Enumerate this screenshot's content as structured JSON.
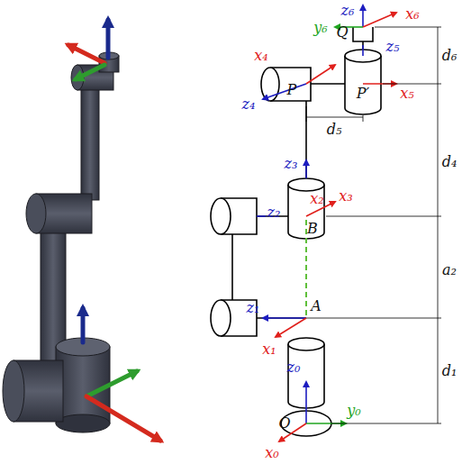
{
  "diagram": {
    "labels": [
      "z₆",
      "Q",
      "y₆",
      "x₆",
      "z₅",
      "x₄",
      "d₆",
      "z₄",
      "P",
      "P′",
      "x₅",
      "d₅",
      "d₄",
      "z₃",
      "z₂",
      "x₂",
      "x₃",
      "B",
      "a₂",
      "z₁",
      "A",
      "x₁",
      "d₁",
      "z₀",
      "y₀",
      "O",
      "x₀"
    ]
  }
}
